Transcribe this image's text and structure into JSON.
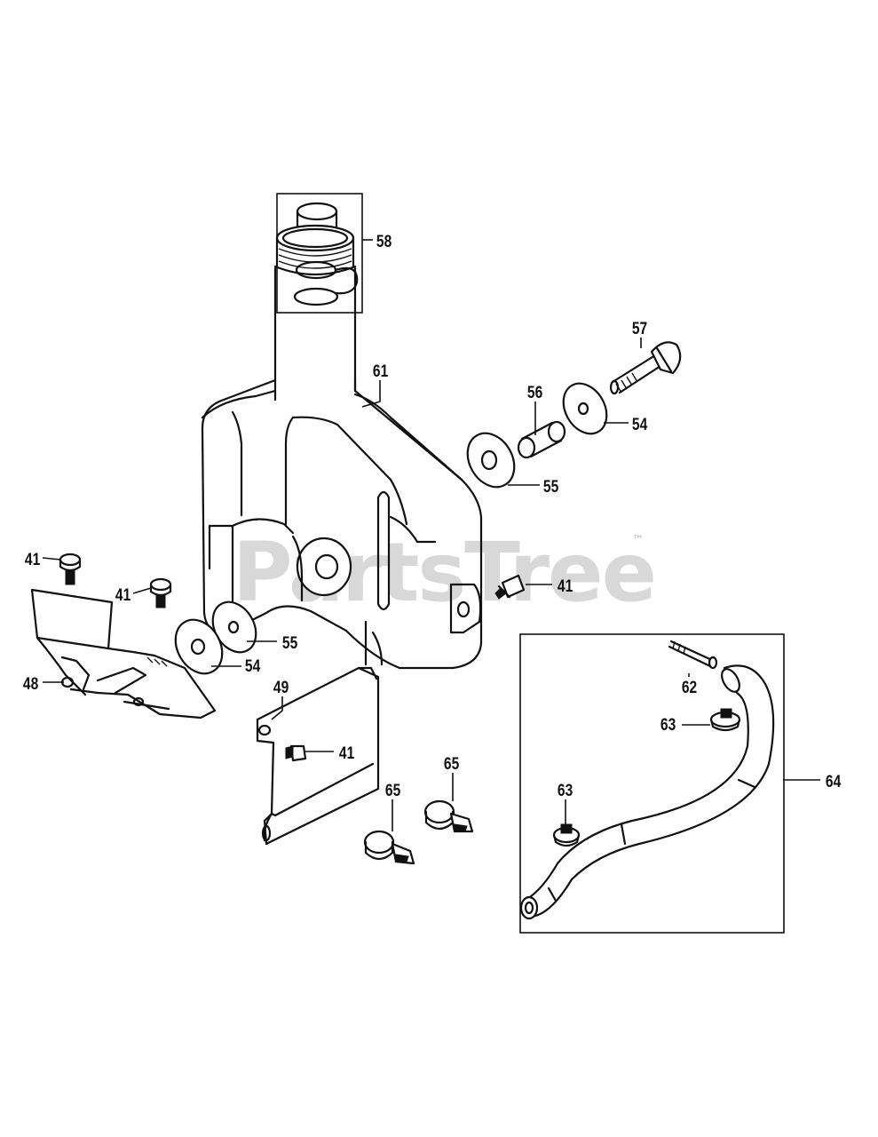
{
  "watermark": {
    "text": "PartsTree",
    "trademark": "™"
  },
  "callouts": [
    {
      "id": "c58",
      "label": "58"
    },
    {
      "id": "c61",
      "label": "61"
    },
    {
      "id": "c57",
      "label": "57"
    },
    {
      "id": "c56",
      "label": "56"
    },
    {
      "id": "c54a",
      "label": "54"
    },
    {
      "id": "c55a",
      "label": "55"
    },
    {
      "id": "c41a",
      "label": "41"
    },
    {
      "id": "c41b",
      "label": "41"
    },
    {
      "id": "c41c",
      "label": "41"
    },
    {
      "id": "c41d",
      "label": "41"
    },
    {
      "id": "c55b",
      "label": "55"
    },
    {
      "id": "c54b",
      "label": "54"
    },
    {
      "id": "c48",
      "label": "48"
    },
    {
      "id": "c49",
      "label": "49"
    },
    {
      "id": "c62",
      "label": "62"
    },
    {
      "id": "c63a",
      "label": "63"
    },
    {
      "id": "c63b",
      "label": "63"
    },
    {
      "id": "c64",
      "label": "64"
    },
    {
      "id": "c65a",
      "label": "65"
    },
    {
      "id": "c65b",
      "label": "65"
    }
  ]
}
